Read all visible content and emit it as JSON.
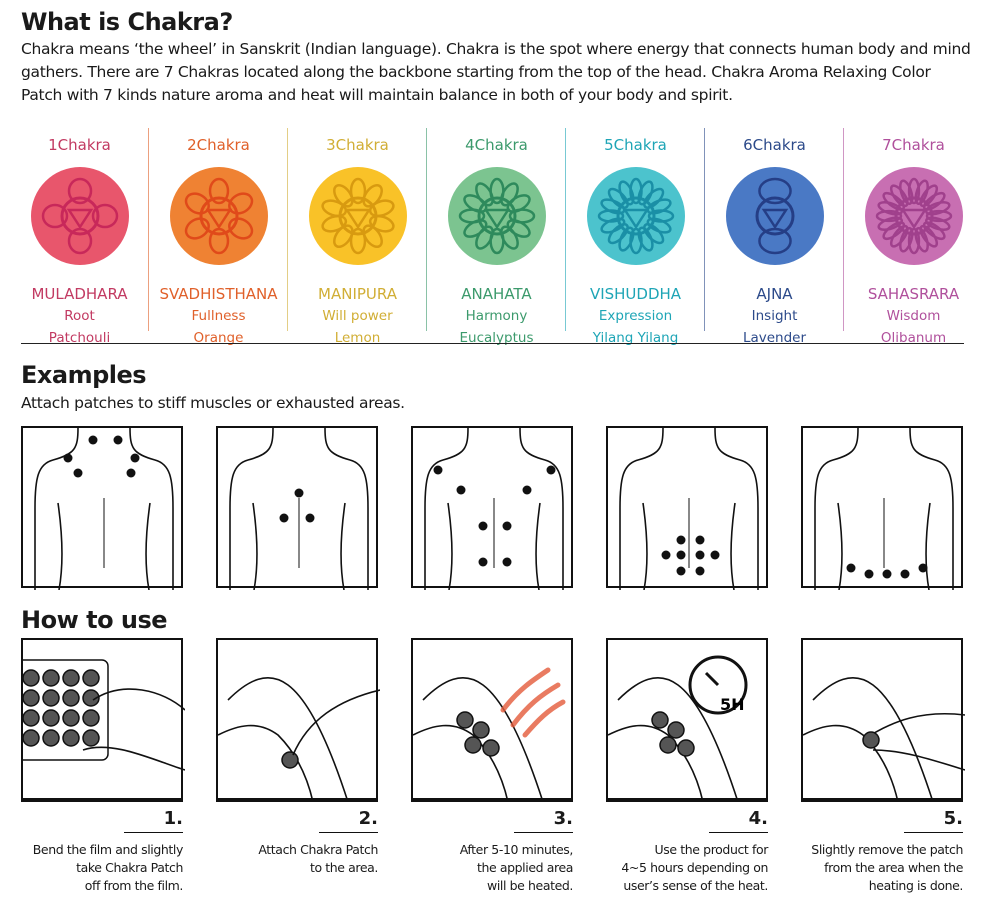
{
  "section1": {
    "title": "What is Chakra?",
    "text": "Chakra means ‘the wheel’ in Sanskrit (Indian language). Chakra is the spot where energy that connects human body and mind gathers. There are 7 Chakras located along the backbone starting from the top of the head. Chakra Aroma Relaxing Color Patch with 7 kinds nature aroma and heat will maintain balance in both of your body and spirit."
  },
  "chakras": [
    {
      "label": "1Chakra",
      "name": "MULADHARA",
      "meaning": "Root",
      "aroma": "Patchouli",
      "circle": "#e8566c",
      "text": "#c23a62",
      "icon": "#c8285a"
    },
    {
      "label": "2Chakra",
      "name": "SVADHISTHANA",
      "meaning": "Fullness",
      "aroma": "Orange",
      "circle": "#ef8233",
      "text": "#e0602a",
      "icon": "#e04a1a"
    },
    {
      "label": "3Chakra",
      "name": "MANIPURA",
      "meaning": "Will power",
      "aroma": "Lemon",
      "circle": "#f9c228",
      "text": "#d1ae35",
      "icon": "#d89a10"
    },
    {
      "label": "4Chakra",
      "name": "ANAHATA",
      "meaning": "Harmony",
      "aroma": "Eucalyptus",
      "circle": "#7cc490",
      "text": "#3c9a6c",
      "icon": "#2e8a5c"
    },
    {
      "label": "5Chakra",
      "name": "VISHUDDHA",
      "meaning": "Expression",
      "aroma": "Yilang Yilang",
      "circle": "#4cc3cd",
      "text": "#1ea5b6",
      "icon": "#1a8fa6"
    },
    {
      "label": "6Chakra",
      "name": "AJNA",
      "meaning": "Insight",
      "aroma": "Lavender",
      "circle": "#4a79c5",
      "text": "#2c4a8a",
      "icon": "#253e86"
    },
    {
      "label": "7Chakra",
      "name": "SAHASRARA",
      "meaning": "Wisdom",
      "aroma": "Olibanum",
      "circle": "#c86fb2",
      "text": "#b0509c",
      "icon": "#a0408c"
    }
  ],
  "examples": {
    "title": "Examples",
    "text": "Attach patches to stiff muscles or exhausted areas."
  },
  "howto": {
    "title": "How to use",
    "timer_label": "5H",
    "steps": [
      {
        "num": "1.",
        "lines": [
          "Bend the film and slightly",
          "take Chakra Patch",
          "off from the film."
        ]
      },
      {
        "num": "2.",
        "lines": [
          "Attach Chakra Patch",
          "to the area."
        ]
      },
      {
        "num": "3.",
        "lines": [
          "After 5-10 minutes,",
          "the applied area",
          "will be heated."
        ]
      },
      {
        "num": "4.",
        "lines": [
          "Use the product for",
          "4~5 hours depending on",
          "user’s sense of the heat."
        ]
      },
      {
        "num": "5.",
        "lines": [
          "Slightly remove the patch",
          "from the area when the",
          "heating is done."
        ]
      }
    ]
  }
}
